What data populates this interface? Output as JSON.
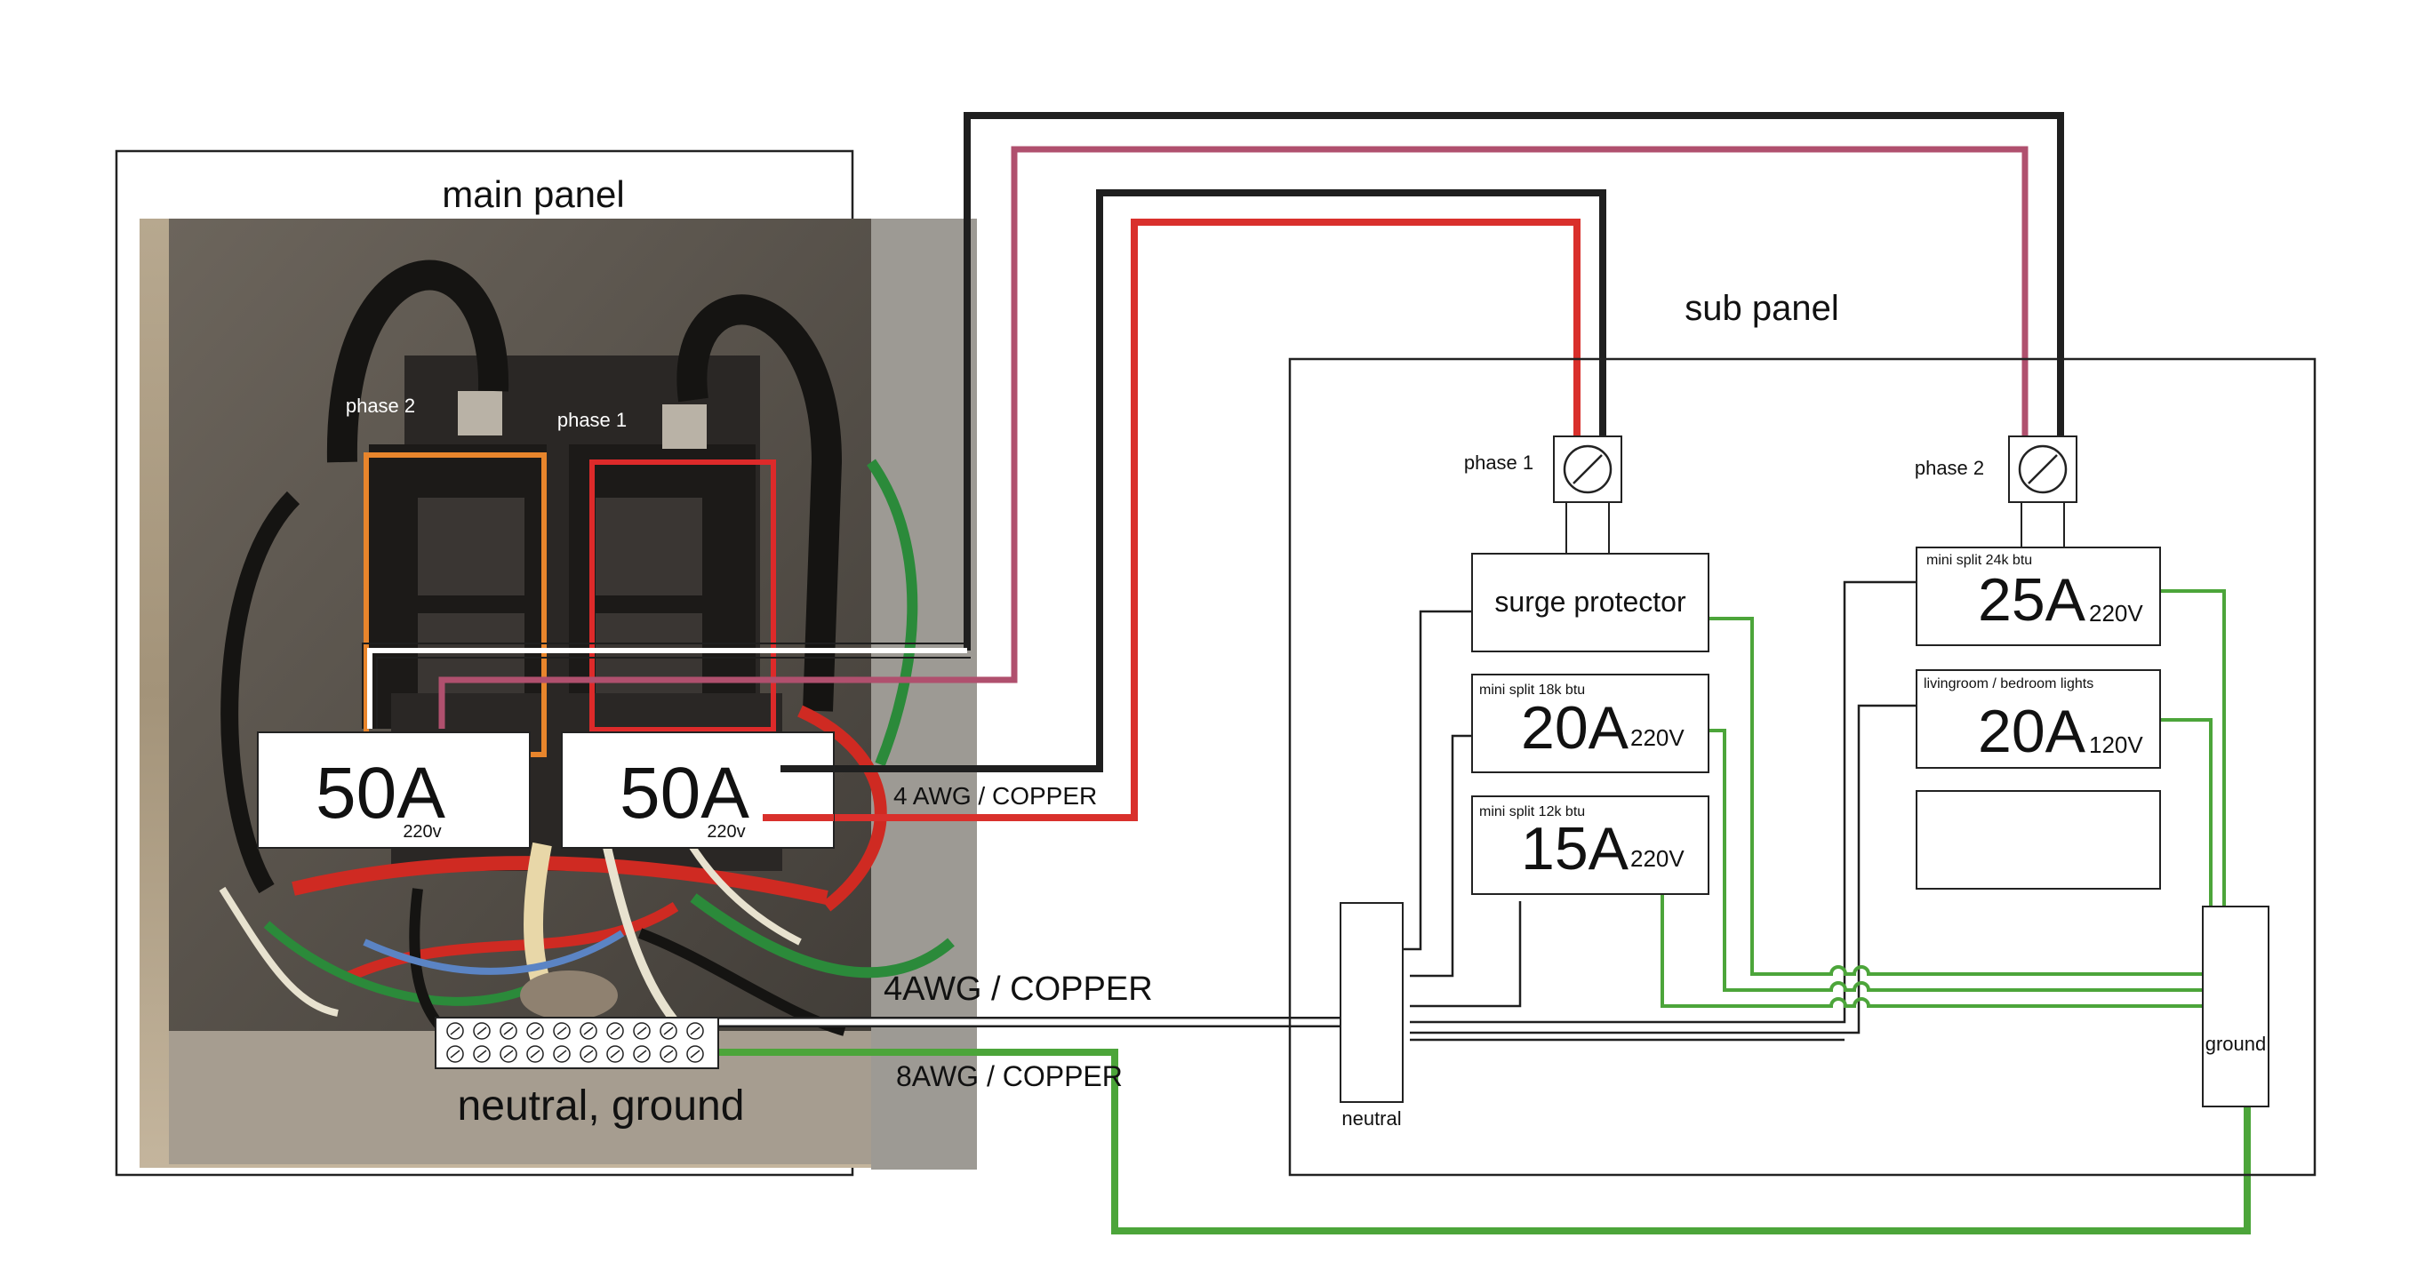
{
  "main_panel": {
    "title": "main panel",
    "phase2_label": "phase 2",
    "phase1_label": "phase 1",
    "breaker_left": {
      "amps": "50A",
      "volts": "220v"
    },
    "breaker_right": {
      "amps": "50A",
      "volts": "220v"
    },
    "bus_label": "neutral, ground"
  },
  "wires": {
    "hot_feed": "4 AWG / COPPER",
    "neutral_feed": "4AWG / COPPER",
    "ground_feed": "8AWG / COPPER"
  },
  "sub_panel": {
    "title": "sub panel",
    "phase1_label": "phase 1",
    "phase2_label": "phase 2",
    "surge_protector": "surge protector",
    "breakers": [
      {
        "caption": "mini split 18k btu",
        "amps": "20A",
        "volts": "220V"
      },
      {
        "caption": "mini split 12k btu",
        "amps": "15A",
        "volts": "220V"
      },
      {
        "caption": "mini split 24k btu",
        "amps": "25A",
        "volts": "220V"
      },
      {
        "caption": "livingroom / bedroom lights",
        "amps": "20A",
        "volts": "120V"
      }
    ],
    "neutral_label": "neutral",
    "ground_label": "ground"
  },
  "colors": {
    "hot_black": "#1f1f1f",
    "hot_red": "#d9302c",
    "hot_pink": "#b0506e",
    "ground_green": "#4ca53a",
    "phase2_orange": "#e8852c",
    "phase1_red": "#dd2a2a"
  }
}
